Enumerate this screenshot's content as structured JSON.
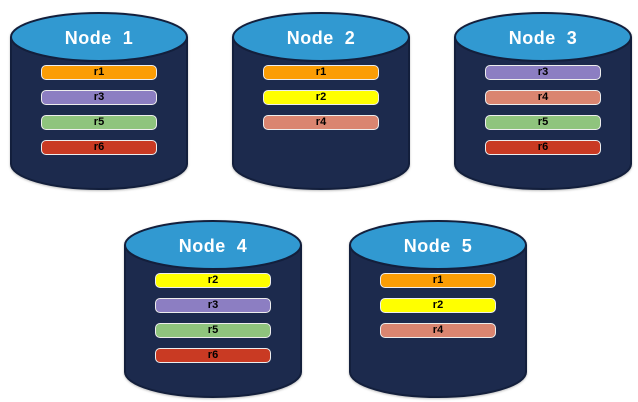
{
  "diagram": {
    "description": "Database nodes with replica placement",
    "canvas_bg": "#FFFFFF"
  },
  "colors": {
    "cylinder_body": "#1C2A4D",
    "cylinder_outline": "#131F3C",
    "cylinder_top": "#3199D1",
    "title_text": "#FFFFFF",
    "bar_border": "#EDEDED",
    "bar_text": "#000000"
  },
  "replica_colors": {
    "r1": "#FB9D05",
    "r2": "#FFFF00",
    "r3": "#8C7EC2",
    "r4": "#DA8570",
    "r5": "#8FC47D",
    "r6": "#C93A23"
  },
  "nodes": [
    {
      "label": "Node  1",
      "row": 1,
      "replicas": [
        "r1",
        "r3",
        "r5",
        "r6"
      ]
    },
    {
      "label": "Node  2",
      "row": 1,
      "replicas": [
        "r1",
        "r2",
        "r4"
      ]
    },
    {
      "label": "Node  3",
      "row": 1,
      "replicas": [
        "r3",
        "r4",
        "r5",
        "r6"
      ]
    },
    {
      "label": "Node  4",
      "row": 2,
      "replicas": [
        "r2",
        "r3",
        "r5",
        "r6"
      ]
    },
    {
      "label": "Node  5",
      "row": 2,
      "replicas": [
        "r1",
        "r2",
        "r4"
      ]
    }
  ]
}
